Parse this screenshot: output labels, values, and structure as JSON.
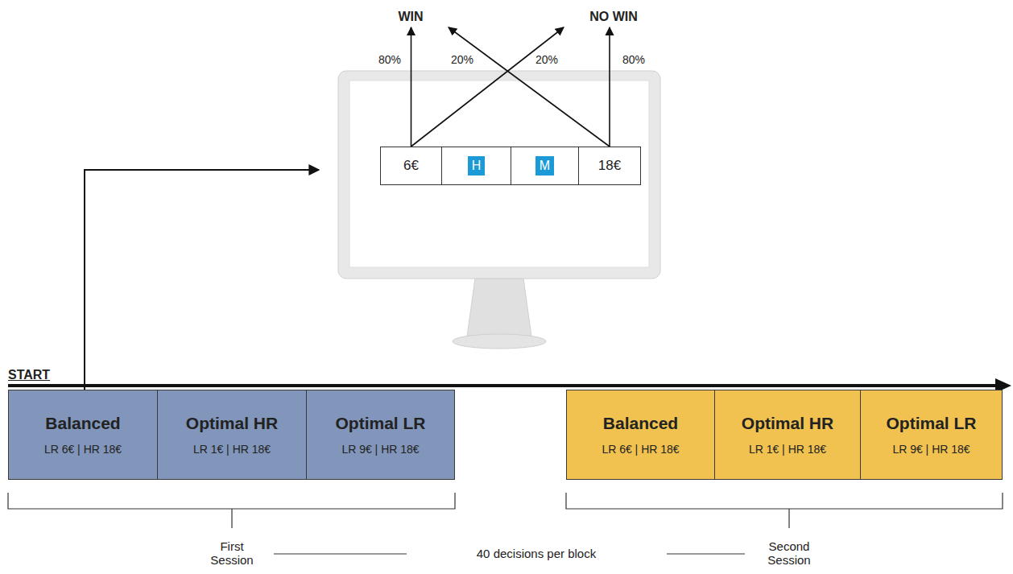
{
  "diagram": {
    "nodes": [
      {
        "text": [
          "WIN"
        ]
      },
      {
        "text": [
          "NO WIN"
        ]
      },
      {
        "text": [
          "6€"
        ]
      },
      {
        "text": [
          "H"
        ]
      },
      {
        "text": [
          "M"
        ]
      },
      {
        "text": [
          "18€"
        ]
      },
      {
        "text": [
          "Balanced",
          "LR 6€ | HR 18€"
        ]
      },
      {
        "text": [
          "Optimal HR",
          "LR 1€ | HR 18€"
        ]
      },
      {
        "text": [
          "Optimal LR",
          "LR 9€ | HR 18€"
        ]
      },
      {
        "text": [
          "Balanced",
          "LR 6€ | HR 18€"
        ]
      },
      {
        "text": [
          "Optimal HR",
          "LR 1€ | HR 18€"
        ]
      },
      {
        "text": [
          "Optimal LR",
          "LR 9€ | HR 18€"
        ]
      }
    ],
    "edges": [
      {
        "from": 2,
        "to": 0,
        "label": "80%",
        "arrow": "to"
      },
      {
        "from": 2,
        "to": 1,
        "label": "20%",
        "arrow": "to"
      },
      {
        "from": 5,
        "to": 1,
        "label": "80%",
        "arrow": "to"
      },
      {
        "from": 5,
        "to": 0,
        "label": "20%",
        "arrow": "to"
      }
    ],
    "labels": [
      "START",
      "First Session",
      "40 decisions per block",
      "Second Session"
    ]
  }
}
